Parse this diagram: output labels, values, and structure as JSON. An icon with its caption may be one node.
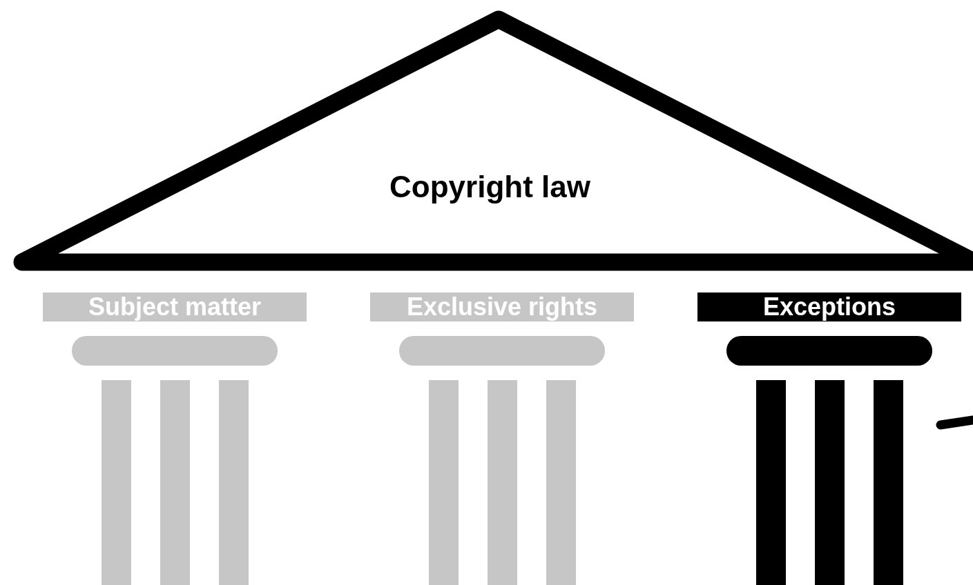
{
  "diagram": {
    "nodes": [
      {
        "text": [
          "Copyright law"
        ]
      },
      {
        "text": [
          "Subject matter"
        ]
      },
      {
        "text": [
          "Exclusive rights"
        ]
      },
      {
        "text": [
          "Exceptions"
        ]
      }
    ]
  }
}
